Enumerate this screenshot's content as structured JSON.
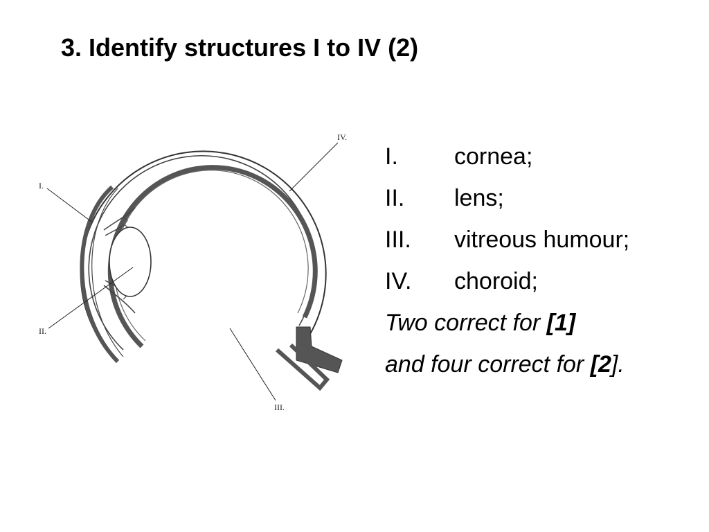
{
  "slide": {
    "title": "3. Identify structures I to IV (2)"
  },
  "diagram": {
    "labels": [
      "I.",
      "II.",
      "III.",
      "IV."
    ]
  },
  "answers": [
    {
      "numeral": "I.",
      "text": "cornea;"
    },
    {
      "numeral": "II.",
      "text": "lens;"
    },
    {
      "numeral": "III.",
      "text": "vitreous humour;"
    },
    {
      "numeral": "IV.",
      "text": "choroid;"
    }
  ],
  "scoring": {
    "line1_text": "Two correct for ",
    "line1_mark": "[1]",
    "line2_text": "and four correct for ",
    "line2_mark": "[2",
    "line2_end": "]."
  }
}
